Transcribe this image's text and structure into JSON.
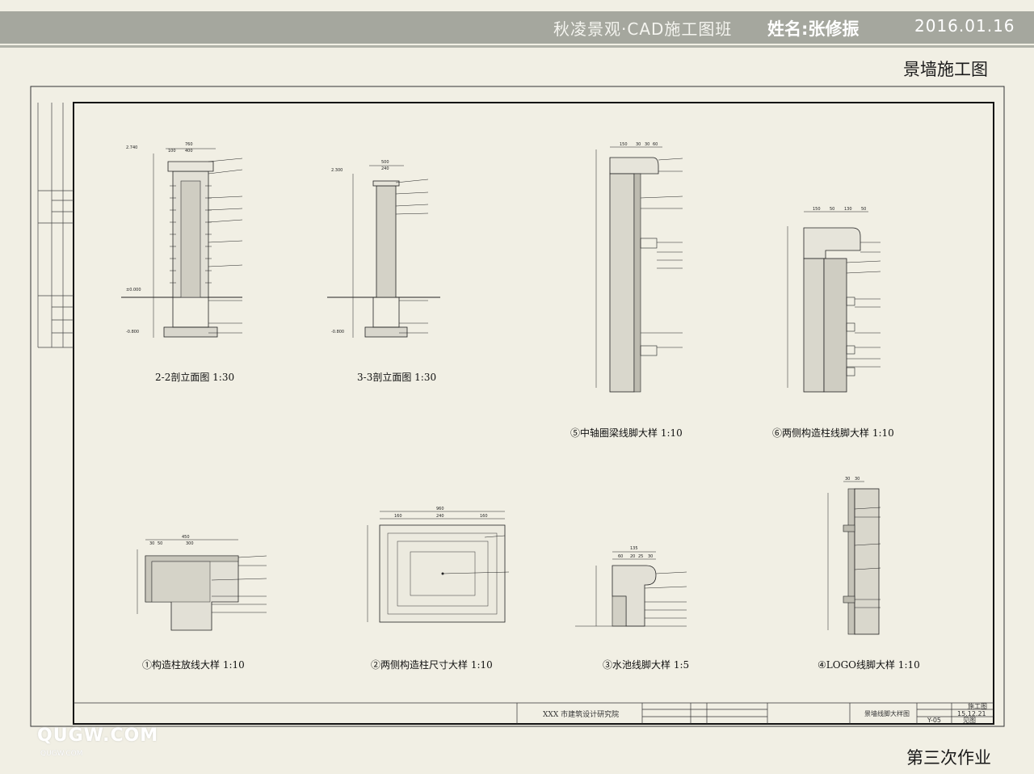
{
  "header": {
    "title": "秋凌景观·CAD施工图班",
    "name_label": "姓名:张修振",
    "date": "2016.01.16"
  },
  "page_title": "景墙施工图",
  "footer_note": "第三次作业",
  "watermark": {
    "main": "QUGW.COM",
    "sub": "QUGW.COM"
  },
  "drawings": {
    "sec22": {
      "label": "2-2剖立面图 1:30",
      "elev_top": "2.740",
      "elev_zero": "±0.000",
      "elev_bottom": "-0.800",
      "dim_top": "760",
      "dim_mid": "400",
      "dim_left": "100"
    },
    "sec33": {
      "label": "3-3剖立面图 1:30",
      "elev_top": "2.300",
      "elev_bottom": "-0.800",
      "dim_top": "500",
      "dim_mid": "240"
    },
    "d5": {
      "label": "⑤中轴圈梁线脚大样 1:10",
      "dims": [
        "150",
        "30",
        "30",
        "60"
      ]
    },
    "d6": {
      "label": "⑥两侧构造柱线脚大样 1:10",
      "dims": [
        "150",
        "50",
        "130",
        "50"
      ]
    },
    "d1": {
      "label": "①构造柱放线大样 1:10",
      "dims": [
        "450",
        "300",
        "30",
        "50"
      ]
    },
    "d2": {
      "label": "②两侧构造柱尺寸大样 1:10",
      "dims": [
        "960",
        "160",
        "240",
        "160"
      ]
    },
    "d3": {
      "label": "③水池线脚大样 1:5",
      "dims": [
        "135",
        "60",
        "20",
        "25",
        "30"
      ]
    },
    "d4": {
      "label": "④LOGO线脚大样 1:10",
      "dims": [
        "30",
        "30"
      ]
    }
  },
  "title_block": {
    "institute": "XXX 市建筑设计研究院",
    "drawing_name": "景墙线脚大样图",
    "stage": "施工图",
    "date": "15.12.21",
    "sheet_no": "Y-05",
    "scale": "见图"
  }
}
